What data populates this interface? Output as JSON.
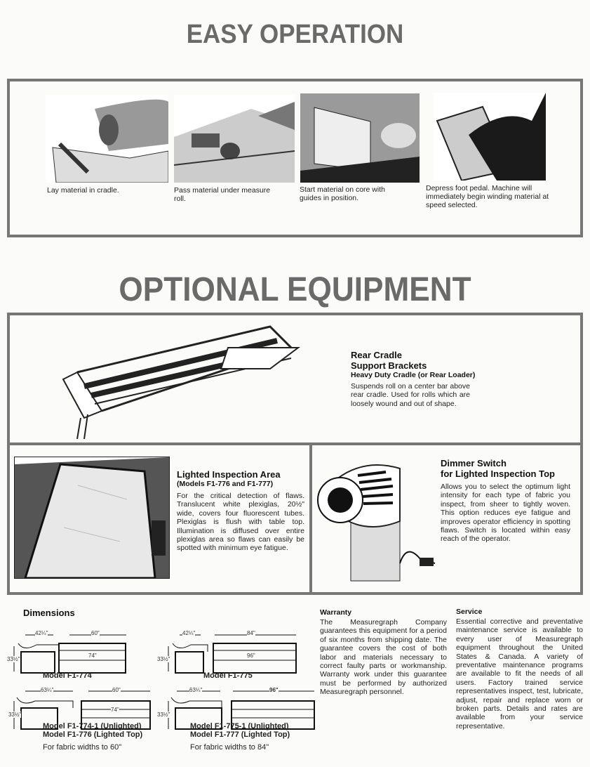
{
  "easy": {
    "title": "EASY OPERATION",
    "steps": [
      {
        "caption": "Lay material in cradle."
      },
      {
        "caption": "Pass material under measure roll."
      },
      {
        "caption": "Start material on core with guides in position."
      },
      {
        "caption": "Depress foot pedal. Machine will immediately begin winding material at speed selected."
      }
    ]
  },
  "optional": {
    "title": "OPTIONAL EQUIPMENT",
    "rear": {
      "title1": "Rear Cradle",
      "title2": "Support Brackets",
      "subtitle": "Heavy Duty Cradle (or Rear Loader)",
      "text": "Suspends roll on a center bar above rear cradle. Used for rolls which are loosely wound and out of shape."
    },
    "lighted": {
      "title": "Lighted Inspection Area",
      "subtitle": "(Models F1-776 and F1-777)",
      "text": "For the critical detection of flaws. Translucent white plexiglas, 20½\" wide, covers four fluorescent tubes. Plexiglas is flush with table top. Illumination is diffused over entire plexiglas area so flaws can easily be spotted with minimum eye fatigue."
    },
    "dimmer": {
      "title1": "Dimmer Switch",
      "title2": "for Lighted Inspection Top",
      "text": "Allows you to select the optimum light intensity for each type of fabric you inspect, from sheer to tightly woven. This option reduces eye fatigue and improves operator efficiency in spotting flaws. Switch is located within easy reach of the operator."
    }
  },
  "dimensions": {
    "title": "Dimensions",
    "groups": [
      {
        "top": {
          "depth": "42¼\"",
          "width": "60\"",
          "length": "74\"",
          "height": "33½\""
        },
        "model": "Model F1-774",
        "bottom": {
          "depth": "63¼\"",
          "width": "60\"",
          "length": "74\"",
          "height": "33½\""
        },
        "models": [
          "Model F1-774-1 (Unlighted)",
          "Model F1-776 (Lighted Top)"
        ],
        "fabric": "For fabric widths to 60\""
      },
      {
        "top": {
          "depth": "42¼\"",
          "width": "84\"",
          "length": "96\"",
          "height": "33½\""
        },
        "model": "Model F1-775",
        "bottom": {
          "depth": "63¼\"",
          "width": "96\"",
          "length": "",
          "height": "33½\""
        },
        "models": [
          "Model F1-775-1 (Unlighted)",
          "Model F1-777 (Lighted Top)"
        ],
        "fabric": "For fabric widths to 84\""
      }
    ]
  },
  "warranty": {
    "title": "Warranty",
    "text": "The Measuregraph Company guarantees this equipment for a period of six months from shipping date. The guarantee covers the cost of both labor and materials necessary to correct faulty parts or workmanship. Warranty work under this guarantee must be performed by authorized Measuregraph personnel."
  },
  "service": {
    "title": "Service",
    "text": "Essential corrective and preventative maintenance service is available to every user of Measuregraph equipment throughout the United States & Canada. A variety of preventative maintenance programs are available to fit the needs of all users. Factory trained service representatives inspect, test, lubricate, adjust, repair and replace worn or broken parts. Details and rates are available from your service representative."
  }
}
